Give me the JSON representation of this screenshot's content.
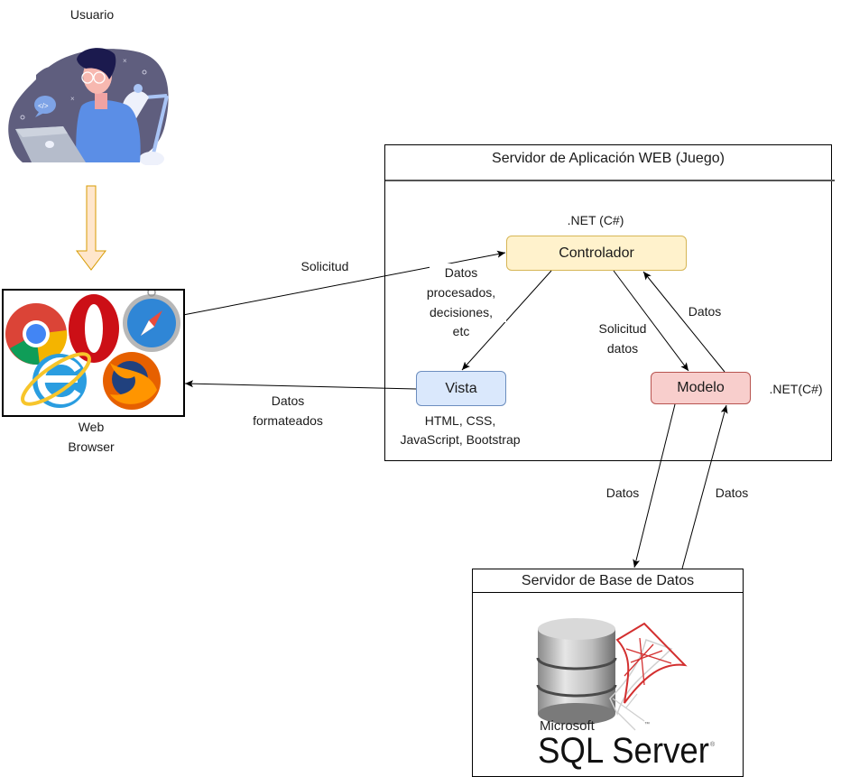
{
  "diagram": {
    "user": {
      "label": "Usuario",
      "icon": "developer-at-laptop-illustration"
    },
    "browser": {
      "label_line1": "Web",
      "label_line2": "Browser",
      "icons": [
        "chrome-icon",
        "opera-icon",
        "safari-icon",
        "internet-explorer-icon",
        "firefox-icon"
      ]
    },
    "app_server": {
      "title": "Servidor de Aplicación WEB (Juego)",
      "controller": {
        "label": "Controlador",
        "tech": ".NET (C#)",
        "color": "#fff2cc",
        "border": "#d6b656"
      },
      "view": {
        "label": "Vista",
        "tech_line1": "HTML, CSS,",
        "tech_line2": "JavaScript, Bootstrap",
        "color": "#dae8fc",
        "border": "#6c8ebf"
      },
      "model": {
        "label": "Modelo",
        "tech": ".NET(C#)",
        "color": "#f8cecc",
        "border": "#b85450"
      }
    },
    "db_server": {
      "title": "Servidor de Base de Datos",
      "logo": {
        "brand": "Microsoft",
        "product": "SQL Server",
        "reg": "®",
        "tm": "™"
      }
    },
    "edges": {
      "user_to_browser": {
        "color": "#ffe6cc",
        "border": "#d79b00"
      },
      "browser_to_controller": "Solicitud",
      "view_to_browser_line1": "Datos",
      "view_to_browser_line2": "formateados",
      "controller_to_view": [
        "Datos",
        "procesados,",
        "decisiones,",
        "etc"
      ],
      "controller_to_model_line1": "Solicitud",
      "controller_to_model_line2": "datos",
      "model_to_controller": "Datos",
      "model_to_db": "Datos",
      "db_to_model": "Datos"
    }
  }
}
